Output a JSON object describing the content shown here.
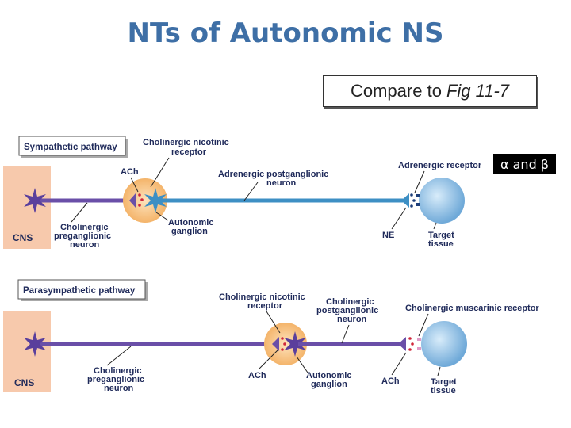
{
  "title": "NTs of Autonomic NS",
  "compare_box": {
    "prefix": "Compare to",
    "fig": "Fig 11-7"
  },
  "receptor_note": "α and β",
  "sympathetic": {
    "pathway": "Sympathetic pathway",
    "cns": "CNS",
    "receptor_line1": "Cholinergic nicotinic",
    "receptor_line2": "receptor",
    "ach": "ACh",
    "post_line1": "Adrenergic postganglionic",
    "post_line2": "neuron",
    "target_receptor": "Adrenergic receptor",
    "pre_line1": "Cholinergic",
    "pre_line2": "preganglionic",
    "pre_line3": "neuron",
    "ganglion_line1": "Autonomic",
    "ganglion_line2": "ganglion",
    "ne": "NE",
    "target_line1": "Target",
    "target_line2": "tissue"
  },
  "parasympathetic": {
    "pathway": "Parasympathetic pathway",
    "cns": "CNS",
    "receptor_line1": "Cholinergic nicotinic",
    "receptor_line2": "receptor",
    "post_line1": "Cholinergic",
    "post_line2": "postganglionic",
    "post_line3": "neuron",
    "target_receptor": "Cholinergic muscarinic receptor",
    "pre_line1": "Cholinergic",
    "pre_line2": "preganglionic",
    "pre_line3": "neuron",
    "ach1": "ACh",
    "ganglion_line1": "Autonomic",
    "ganglion_line2": "ganglion",
    "ach2": "ACh",
    "target_line1": "Target",
    "target_line2": "tissue"
  },
  "colors": {
    "title": "#3e6fa6",
    "cns": "#f7c9ac",
    "preganglionic": "#6a4fa8",
    "adrenergic_postganglionic": "#3d8fc4",
    "ganglion": "#f8c98a",
    "target": "#8fc1e8",
    "nt_dots": "#d0263a"
  }
}
